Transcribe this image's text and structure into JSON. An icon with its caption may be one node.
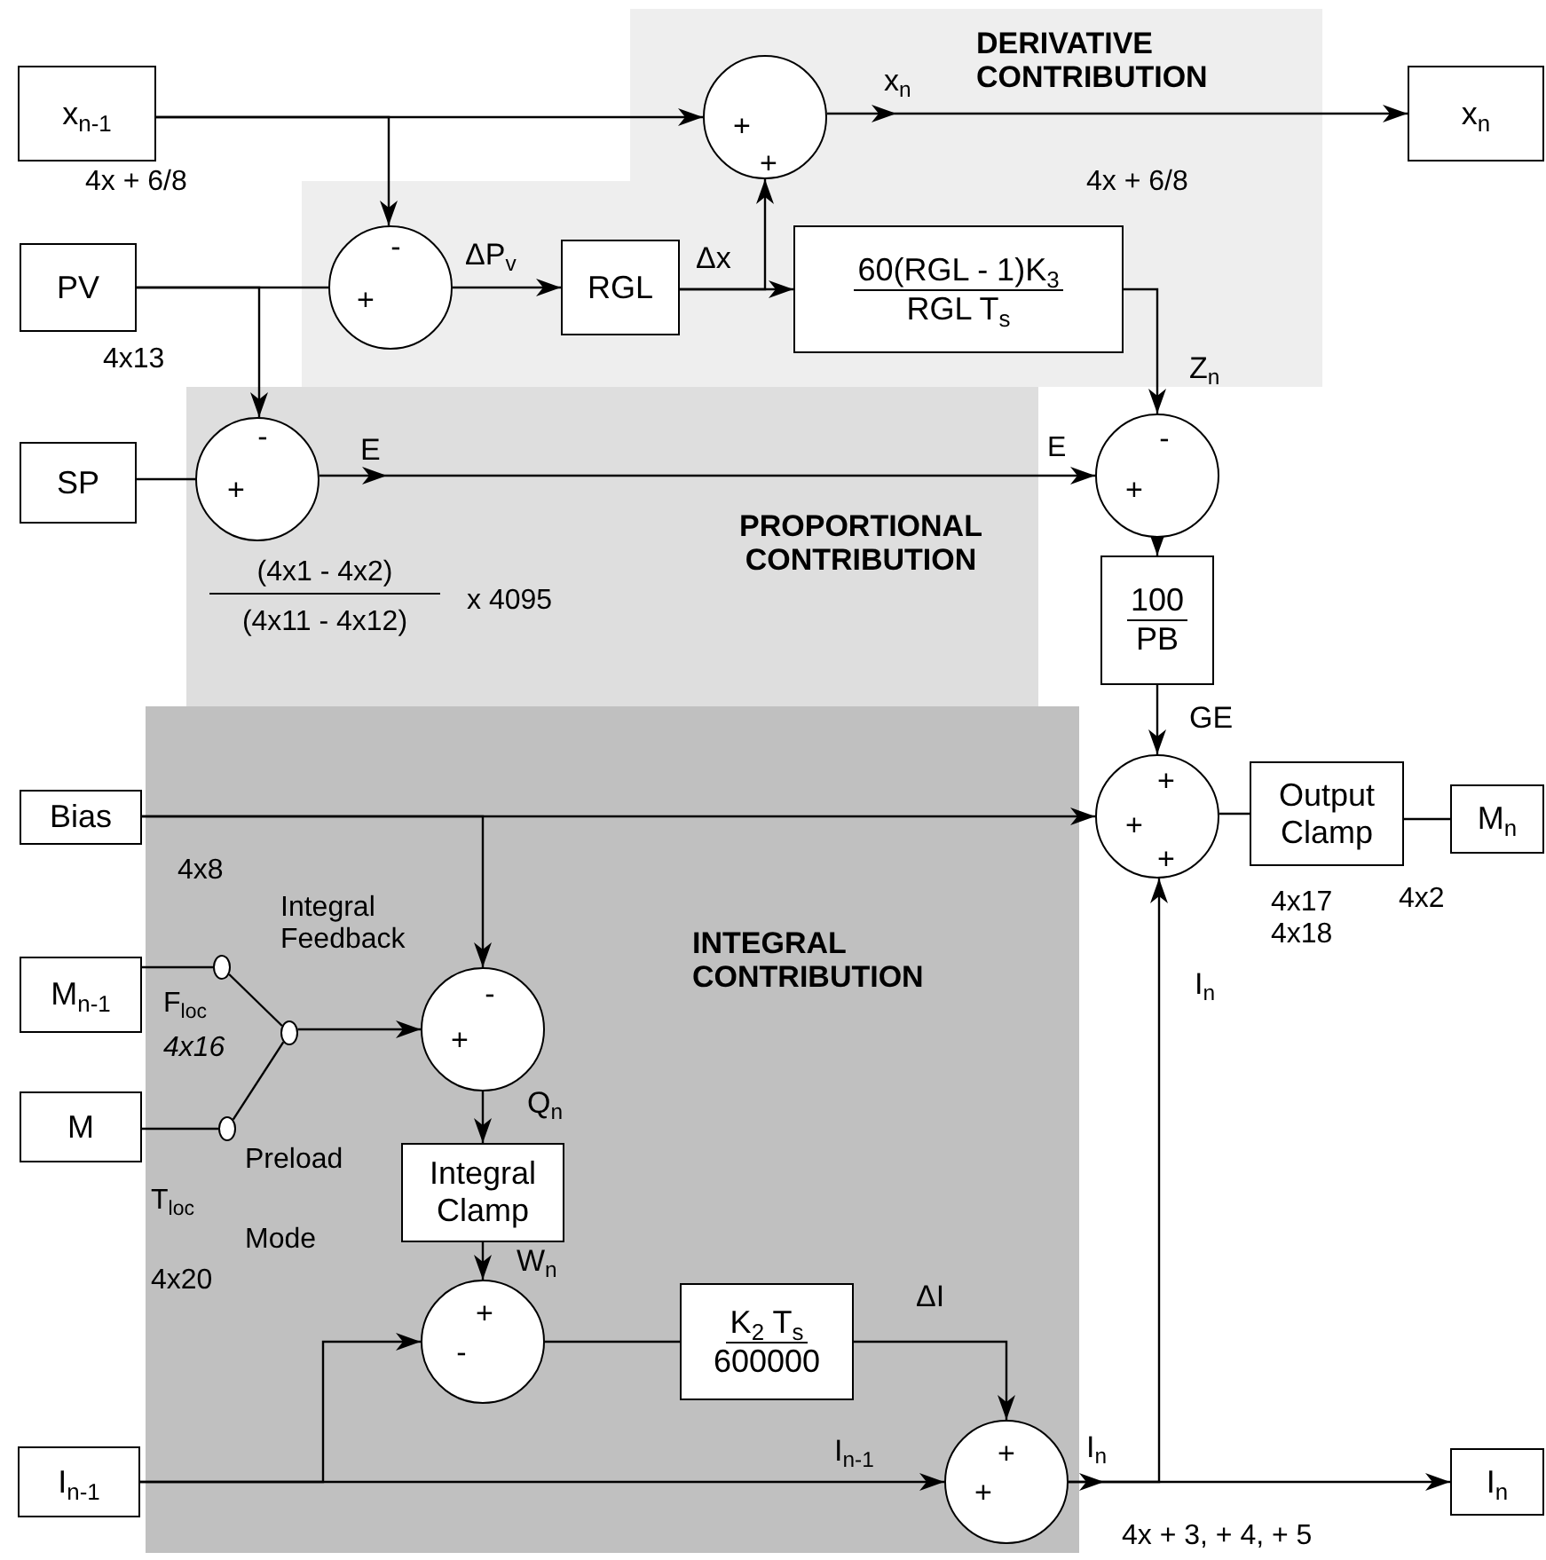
{
  "diagram": {
    "nodes": [
      {
        "text": [
          "DERIVATIVE CONTRIBUTION"
        ]
      },
      {
        "text": [
          "x$_{n-1}$"
        ],
        "beside": [
          "4x + 6/8"
        ]
      },
      {
        "text": [
          "+",
          "+"
        ],
        "in": 0
      },
      {
        "text": [
          "x$_{n}$"
        ]
      },
      {
        "text": [
          "PV"
        ],
        "beside": [
          "4x13"
        ]
      },
      {
        "text": [
          "-",
          "+"
        ],
        "in": 0
      },
      {
        "text": [
          "RGL"
        ],
        "in": 0
      },
      {
        "text": [
          "60(RGL - 1)K$_{3}$",
          "RGL T$_{s}$"
        ],
        "in": 0
      },
      {
        "text": [
          "PROPORTIONAL CONTRIBUTION"
        ]
      },
      {
        "text": [
          "SP"
        ]
      },
      {
        "text": [
          "-",
          "+"
        ],
        "in": 8
      },
      {
        "text": [
          "-",
          "+"
        ]
      },
      {
        "text": [
          "100",
          "PB"
        ]
      },
      {
        "text": [
          "INTEGRAL CONTRIBUTION"
        ]
      },
      {
        "text": [
          "Bias"
        ],
        "beside": [
          "4x8"
        ]
      },
      {
        "text": [
          "+",
          "+",
          "+"
        ]
      },
      {
        "text": [
          "Output Clamp"
        ],
        "beside": [
          "4x17 4x18"
        ]
      },
      {
        "text": [
          "M$_{n}$"
        ],
        "beside": [
          "4x2"
        ]
      },
      {
        "text": [
          "M$_{n-1}$"
        ]
      },
      {
        "text": [],
        "shape": "circle",
        "in": 13
      },
      {
        "text": [],
        "shape": "circle",
        "in": 13
      },
      {
        "text": [
          "-",
          "+"
        ],
        "in": 13
      },
      {
        "text": [
          "M"
        ]
      },
      {
        "text": [],
        "shape": "circle",
        "in": 13
      },
      {
        "text": [
          "Integral Clamp"
        ],
        "in": 13
      },
      {
        "text": [
          "+",
          "-"
        ],
        "in": 13
      },
      {
        "text": [
          "K$_{2}$ T$_{s}$",
          "600000"
        ],
        "in": 13
      },
      {
        "text": [
          "I$_{n-1}$"
        ]
      },
      {
        "text": [
          "+",
          "+"
        ],
        "in": 13
      },
      {
        "text": [
          "I$_{n}$"
        ]
      }
    ],
    "edges": [
      {
        "from": 1,
        "to": 2,
        "arrow": "to"
      },
      {
        "from": 1,
        "to": 5,
        "arrow": "to"
      },
      {
        "from": 2,
        "to": 3,
        "arrow": "to",
        "label": "x$_{n}$"
      },
      {
        "from": 4,
        "to": 5,
        "arrow": "none"
      },
      {
        "from": 4,
        "to": 10,
        "arrow": "to"
      },
      {
        "from": 5,
        "to": 6,
        "arrow": "to",
        "label": "ΔP$_{v}$"
      },
      {
        "from": 6,
        "to": 7,
        "arrow": "to",
        "label": "Δx"
      },
      {
        "from": 6,
        "to": 2,
        "arrow": "to"
      },
      {
        "from": 7,
        "to": 11,
        "arrow": "to",
        "label": "Z$_{n}$"
      },
      {
        "from": 9,
        "to": 10,
        "arrow": "none"
      },
      {
        "from": 10,
        "to": 11,
        "arrow": "to",
        "label": "E"
      },
      {
        "from": 11,
        "to": 12,
        "arrow": "to"
      },
      {
        "from": 12,
        "to": 15,
        "arrow": "to",
        "label": "GE"
      },
      {
        "from": 14,
        "to": 15,
        "arrow": "to"
      },
      {
        "from": 14,
        "to": 21,
        "arrow": "to"
      },
      {
        "from": 15,
        "to": 16,
        "arrow": "none"
      },
      {
        "from": 16,
        "to": 17,
        "arrow": "none"
      },
      {
        "from": 18,
        "to": 19,
        "arrow": "none"
      },
      {
        "from": 22,
        "to": 23,
        "arrow": "none"
      },
      {
        "from": 19,
        "to": 20,
        "arrow": "none"
      },
      {
        "from": 23,
        "to": 20,
        "arrow": "none"
      },
      {
        "from": 20,
        "to": 21,
        "arrow": "to"
      },
      {
        "from": 21,
        "to": 24,
        "arrow": "to",
        "label": "Q$_{n}$"
      },
      {
        "from": 24,
        "to": 25,
        "arrow": "to",
        "label": "W$_{n}$"
      },
      {
        "from": 25,
        "to": 26,
        "arrow": "none"
      },
      {
        "from": 26,
        "to": 28,
        "arrow": "to",
        "label": "ΔI"
      },
      {
        "from": 27,
        "to": 28,
        "arrow": "to",
        "label": "I$_{n-1}$"
      },
      {
        "from": 27,
        "to": 25,
        "arrow": "to"
      },
      {
        "from": 28,
        "to": 29,
        "arrow": "to",
        "label": "I$_{n}$"
      },
      {
        "from": 28,
        "to": 15,
        "arrow": "to",
        "label": "I$_{n}$"
      }
    ],
    "labels": [
      "4x + 6/8",
      "E",
      "(4x1 - 4x2)",
      "(4x11 - 4x12)",
      "x 4095",
      "Integral Feedback",
      "F$_{loc}$",
      "4x16",
      "Preload",
      "T$_{loc}$",
      "Mode",
      "4x20",
      "4x + 3, + 4, + 5"
    ]
  }
}
